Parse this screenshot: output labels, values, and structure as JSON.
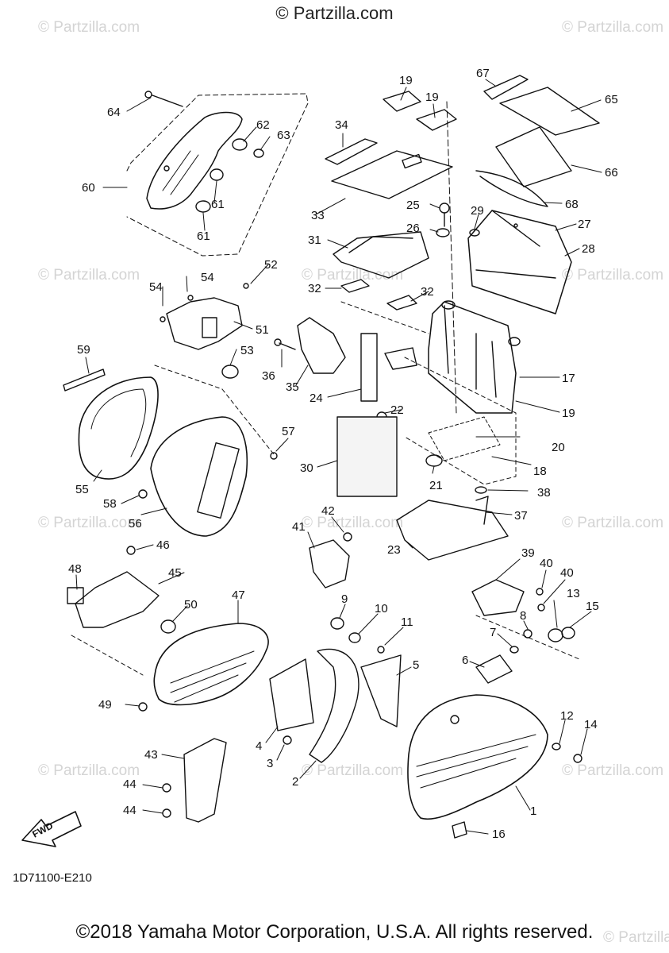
{
  "header": {
    "watermark_title": "© Partzilla.com"
  },
  "watermarks": [
    {
      "text": "© Partzilla.com"
    },
    {
      "text": "© Partzilla.com"
    },
    {
      "text": "© Partzilla.com"
    },
    {
      "text": "© Partzilla.com"
    },
    {
      "text": "© Partzilla.com"
    },
    {
      "text": "© Partzilla.com"
    },
    {
      "text": "© Partzilla.com"
    },
    {
      "text": "© Partzilla.com"
    },
    {
      "text": "© Partzilla.com"
    },
    {
      "text": "© Partzilla.com"
    },
    {
      "text": "© Partzilla.com"
    },
    {
      "text": "© Partzilla."
    }
  ],
  "diagram": {
    "ref_code": "1D71100-E210",
    "fwd_label": "FWD",
    "callouts": [
      "64",
      "62",
      "63",
      "60",
      "61",
      "61",
      "34",
      "19",
      "19",
      "67",
      "65",
      "66",
      "68",
      "33",
      "25",
      "29",
      "27",
      "26",
      "31",
      "28",
      "32",
      "32",
      "52",
      "54",
      "54",
      "51",
      "53",
      "36",
      "35",
      "59",
      "24",
      "17",
      "19",
      "22",
      "20",
      "57",
      "30",
      "18",
      "21",
      "38",
      "55",
      "58",
      "56",
      "37",
      "42",
      "41",
      "23",
      "46",
      "45",
      "48",
      "50",
      "47",
      "39",
      "40",
      "40",
      "13",
      "15",
      "9",
      "10",
      "11",
      "8",
      "7",
      "6",
      "5",
      "49",
      "12",
      "14",
      "4",
      "3",
      "2",
      "1",
      "43",
      "44",
      "44",
      "16"
    ]
  },
  "footer": {
    "copyright": "©2018 Yamaha Motor Corporation, U.S.A. All rights reserved."
  }
}
